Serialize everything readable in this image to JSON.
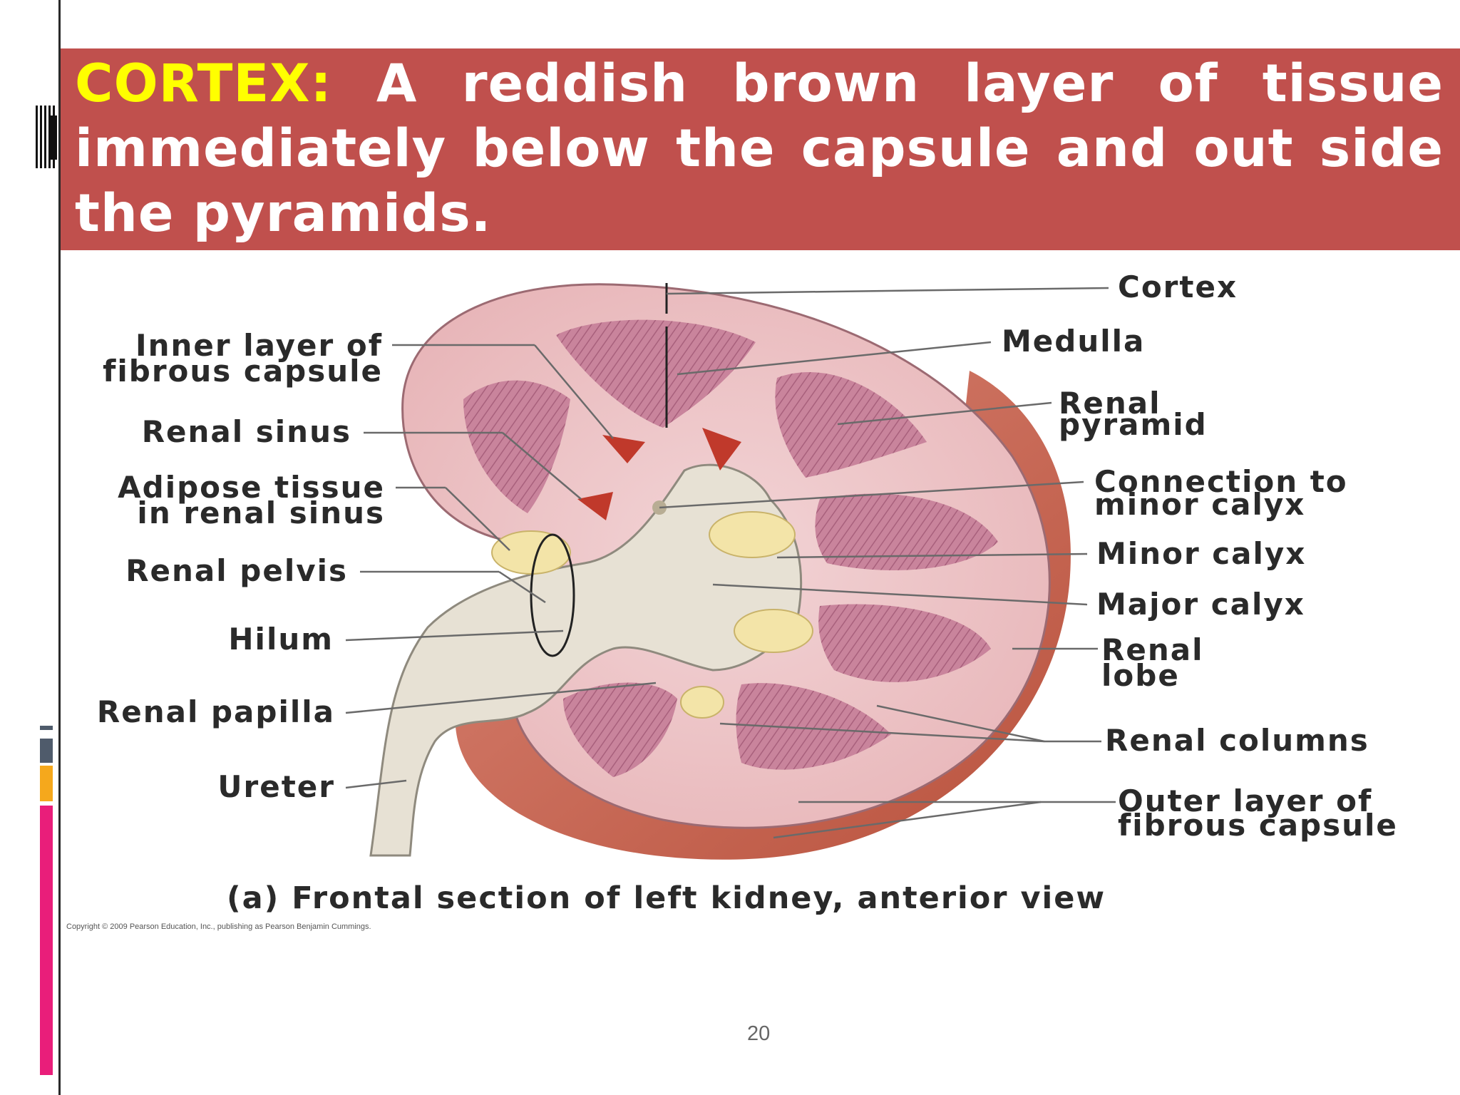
{
  "slide": {
    "heading_keyword": "CORTEX:",
    "heading_text": "A reddish brown layer of tissue immediately below the capsule and out side the pyramids.",
    "page_number": "20"
  },
  "figure": {
    "caption": "(a) Frontal section of left kidney, anterior view",
    "copyright": "Copyright © 2009 Pearson Education, Inc., publishing as Pearson Benjamin Cummings.",
    "labels_left": {
      "inner_capsule_1": "Inner layer of",
      "inner_capsule_2": "fibrous capsule",
      "renal_sinus": "Renal sinus",
      "adipose_1": "Adipose tissue",
      "adipose_2": "in renal sinus",
      "renal_pelvis": "Renal pelvis",
      "hilum": "Hilum",
      "renal_papilla": "Renal papilla",
      "ureter": "Ureter"
    },
    "labels_right": {
      "cortex": "Cortex",
      "medulla": "Medulla",
      "renal_pyramid_1": "Renal",
      "renal_pyramid_2": "pyramid",
      "connection_1": "Connection to",
      "connection_2": "minor calyx",
      "minor_calyx": "Minor calyx",
      "major_calyx": "Major calyx",
      "renal_lobe_1": "Renal",
      "renal_lobe_2": "lobe",
      "renal_columns": "Renal columns",
      "outer_capsule_1": "Outer layer of",
      "outer_capsule_2": "fibrous capsule"
    }
  },
  "colors": {
    "banner": "#c0504d",
    "keyword": "#ffff00",
    "bar_gray": "#4f5b6b",
    "bar_orange": "#f5a81c",
    "bar_pink": "#e91e7a"
  }
}
